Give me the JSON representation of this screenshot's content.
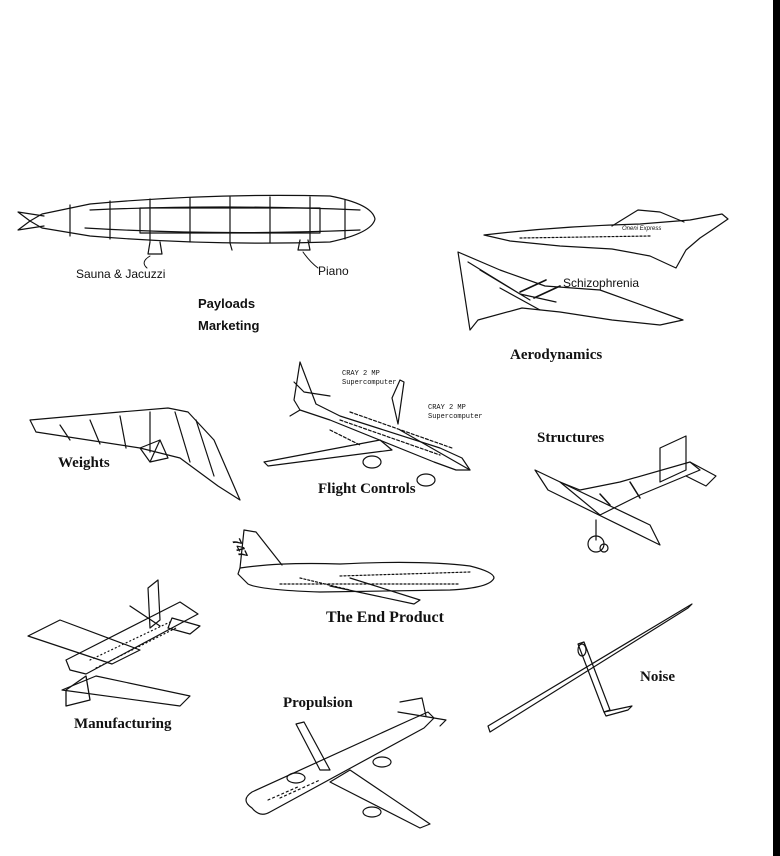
{
  "labels": {
    "sauna": "Sauna & Jacuzzi",
    "piano": "Piano",
    "payloads": "Payloads",
    "marketing": "Marketing",
    "oneni": "Oneni Express",
    "schizophrenia": "Schizophrenia",
    "aerodynamics": "Aerodynamics",
    "cray1_line1": "CRAY 2 MP",
    "cray1_line2": "Supercomputer",
    "cray2_line1": "CRAY 2 MP",
    "cray2_line2": "Supercomputer",
    "weights": "Weights",
    "flight_controls": "Flight  Controls",
    "structures": "Structures",
    "tail_747": "747",
    "end_product": "The End Product",
    "manufacturing": "Manufacturing",
    "propulsion": "Propulsion",
    "noise": "Noise"
  }
}
